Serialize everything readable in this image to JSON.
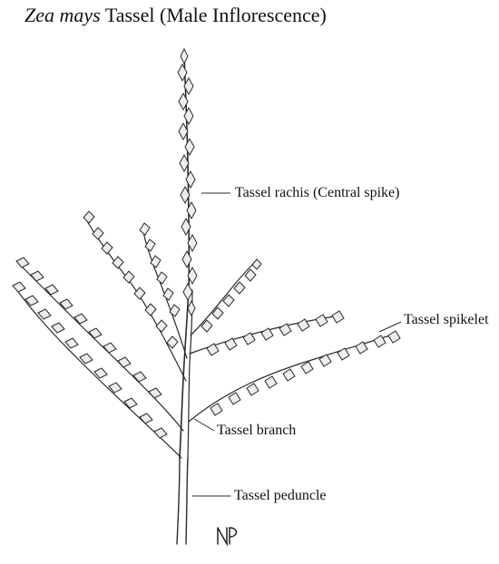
{
  "title": {
    "genus_species": "Zea mays",
    "rest": "Tassel (Male Inflorescence)"
  },
  "labels": {
    "rachis": "Tassel rachis (Central spike)",
    "spikelet": "Tassel spikelet",
    "branch": "Tassel branch",
    "peduncle": "Tassel peduncle"
  },
  "signature": "NP",
  "colors": {
    "ink": "#2a2a2a",
    "leaf_fill": "#ededed",
    "background": "#ffffff"
  }
}
